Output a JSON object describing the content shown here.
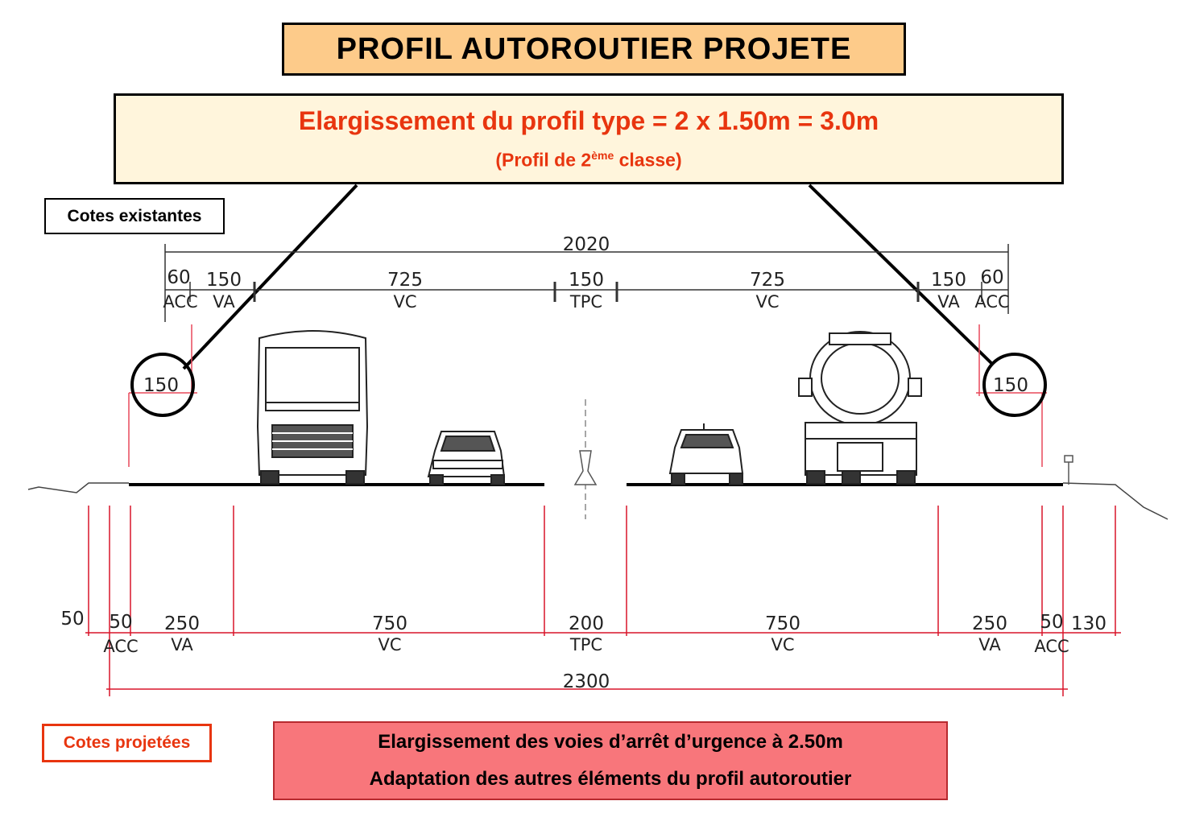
{
  "title": "PROFIL AUTOROUTIER PROJETE",
  "subtitle": {
    "line1": "Elargissement du profil type = 2 x 1.50m = 3.0m",
    "line2_pre": "(Profil de 2",
    "line2_sup": "ème",
    "line2_post": " classe)"
  },
  "legend": {
    "existing": "Cotes existantes",
    "projected": "Cotes projetées"
  },
  "note": {
    "line1": "Elargissement des voies d’arrêt d’urgence à 2.50m",
    "line2": "Adaptation des autres éléments du profil autoroutier"
  },
  "existing_dims": {
    "total": "2020",
    "acc_left": "60",
    "acc_left_lbl": "ACC",
    "va_left": "150",
    "va_left_lbl": "VA",
    "vc_left": "725",
    "vc_left_lbl": "VC",
    "tpc": "150",
    "tpc_lbl": "TPC",
    "vc_right": "725",
    "vc_right_lbl": "VC",
    "va_right": "150",
    "va_right_lbl": "VA",
    "acc_right": "60",
    "acc_right_lbl": "ACC",
    "widen_left": "150",
    "widen_right": "150"
  },
  "projected_dims": {
    "total": "2300",
    "berm_left": "50",
    "acc_left": "50",
    "acc_left_lbl": "ACC",
    "va_left": "250",
    "va_left_lbl": "VA",
    "vc_left": "750",
    "vc_left_lbl": "VC",
    "tpc": "200",
    "tpc_lbl": "TPC",
    "vc_right": "750",
    "vc_right_lbl": "VC",
    "va_right": "250",
    "va_right_lbl": "VA",
    "acc_right": "50",
    "acc_right_lbl": "ACC",
    "berm_right": "130"
  },
  "colors": {
    "title_bg": "#FDCB8A",
    "subtitle_bg": "#FFF5DC",
    "accent_red": "#E8350F",
    "note_bg": "#F8767B",
    "projected_line": "#D9152A"
  }
}
